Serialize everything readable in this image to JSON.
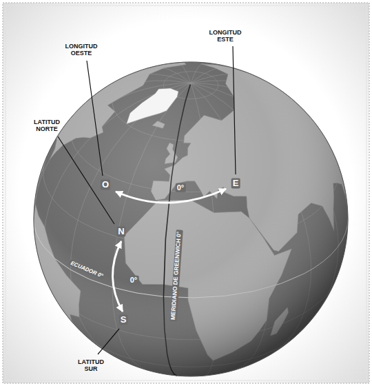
{
  "diagram": {
    "labels": [
      "LONGITUD OESTE",
      "LONGITUD ESTE",
      "LATITUD NORTE",
      "O",
      "E",
      "0°",
      "N",
      "ECUADOR 0°",
      "0°",
      "MERIDIANO DE GREENWICH 0°",
      "S",
      "LATITUD SUR"
    ]
  }
}
